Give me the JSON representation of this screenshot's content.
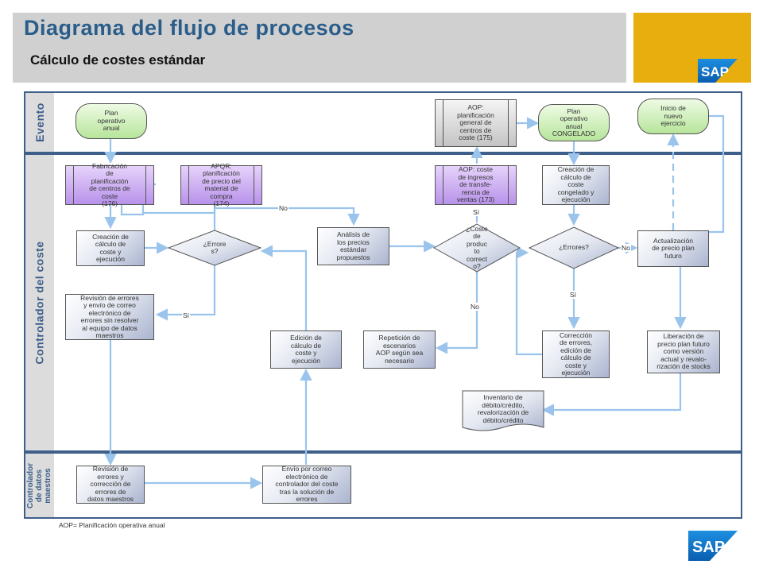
{
  "header": {
    "title": "Diagrama del flujo de procesos",
    "subtitle": "Cálculo de costes estándar"
  },
  "colors": {
    "title_blue": "#2a5d8a",
    "logo_gold": "#e8ae0d",
    "sap_blue": "#1a6fc4",
    "connector": "#9ac4ec",
    "event_green": "#b7e59b",
    "subprocess_purple": "#b892ea"
  },
  "lanes": {
    "evento": "Evento",
    "controlador": "Controlador del coste",
    "maestros": "Controlador\nde datos\nmaestros"
  },
  "nodes": {
    "plan_anual": "Plan\noperativo\nanual",
    "aop_general": "AOP:\nplanificación\ngeneral de\ncentros de\ncoste (175)",
    "plan_congelado": "Plan\noperativo\nanual\nCONGELADO",
    "inicio_ejercicio": "Inicio de\nnuevo\nejercicio",
    "fabricacion": "Fabricación\nde\nplanificación\nde centros de\ncoste\n(176)",
    "apqr": "APQR:\nplanificación\nde precio del\nmaterial de\ncompra\n(174)",
    "aop_ingresos": "AOP: coste\nde ingresos\nde transfe-\nrencia de\nventas (173)",
    "creacion_congelado": "Creación de\ncálculo de\ncoste\ncongelado y\nejecución",
    "creacion_calculo": "Creación de\ncálculo de\ncoste y\nejecución",
    "errores_1": "¿Errore\ns?",
    "analisis": "Análisis de\nlos precios\nestándar\npropuestos",
    "coste_correcto": "¿Coste\nde\nproduc\nto\ncorrect\no?",
    "errores_2": "¿Errores?",
    "actualizacion": "Actualización\nde precio plan\nfuturo",
    "revision_errores": "Revisión de errores\ny envío de correo\nelectrónico de\nerrores sin resolver\nal equipo de datos\nmaestros",
    "edicion": "Edición de\ncálculo de\ncoste y\nejecución",
    "repeticion": "Repetición de\nescenarios\nAOP según sea\nnecesario",
    "correccion": "Corrección\nde errores,\nedición de\ncálculo de\ncoste y\nejecución",
    "liberacion": "Liberación de\nprecio plan futuro\ncomo versión\nactual y revalo-\nrización de stocks",
    "inventario": "Inventario de\ndébito/crédito,\nrevalorización de\ndébito/crédito",
    "revision_maestros": "Revisión de\nerrores y\ncorrección de\nerrores de\ndatos maestros",
    "envio_correo": "Envío por correo\nelectrónico de\ncontrolador del coste\ntras la solución de\nerrores"
  },
  "edge_labels": {
    "no_1": "No",
    "si_1": "Sí",
    "si_2": "Sí",
    "no_2": "No",
    "no_3": "No",
    "si_3": "Sí"
  },
  "footnote": "AOP= Planificación operativa anual",
  "logo_text": "SAP"
}
